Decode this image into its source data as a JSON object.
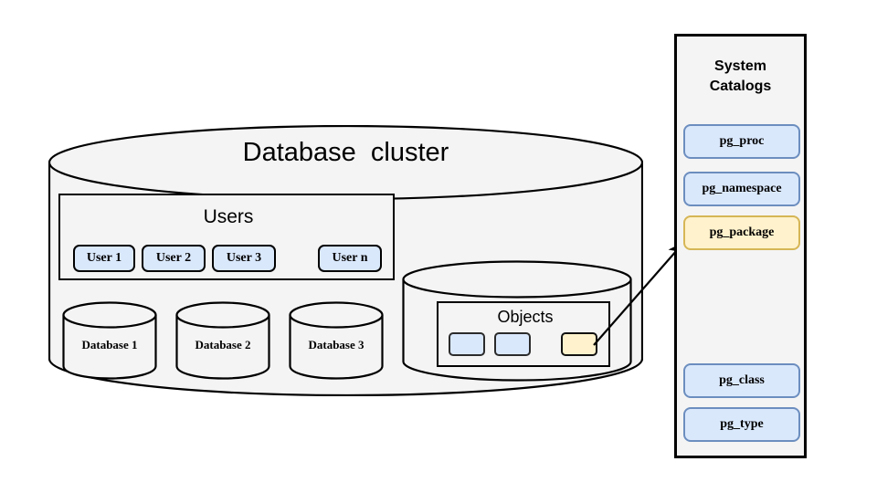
{
  "cluster": {
    "title": "Database  cluster",
    "users": {
      "title": "Users",
      "items": [
        {
          "label": "User 1"
        },
        {
          "label": "User 2"
        },
        {
          "label": "User 3"
        },
        {
          "label": "User n"
        }
      ]
    },
    "databases": [
      {
        "label": "Database 1"
      },
      {
        "label": "Database 2"
      },
      {
        "label": "Database 3"
      }
    ],
    "objects": {
      "title": "Objects",
      "items": [
        {
          "label": "",
          "color": "#dae8fc"
        },
        {
          "label": "",
          "color": "#dae8fc"
        },
        {
          "label": "",
          "color": "#fff2cc"
        }
      ]
    }
  },
  "catalogs": {
    "title_line1": "System",
    "title_line2": "Catalogs",
    "items": [
      {
        "label": "pg_proc",
        "color": "#dae8fc"
      },
      {
        "label": "pg_namespace",
        "color": "#dae8fc"
      },
      {
        "label": "pg_package",
        "color": "#fff2cc"
      },
      {
        "label": "pg_class",
        "color": "#dae8fc"
      },
      {
        "label": "pg_type",
        "color": "#dae8fc"
      }
    ]
  },
  "colors": {
    "chip_blue_fill": "#dae8fc",
    "chip_blue_border": "#6c8ebf",
    "chip_yellow_fill": "#fff2cc",
    "chip_yellow_border": "#d6b656",
    "surface": "#f4f4f4",
    "stroke": "#000000",
    "background": "#ffffff"
  }
}
